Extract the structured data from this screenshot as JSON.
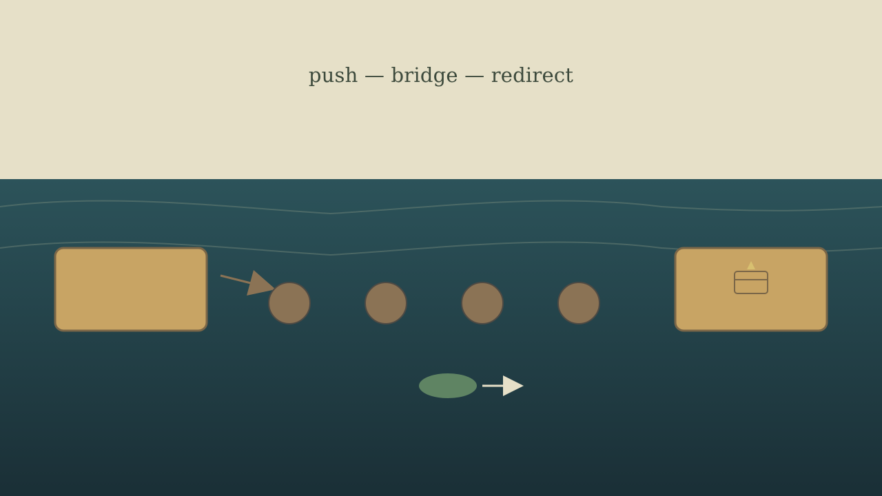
{
  "title": "push — bridge — redirect",
  "colors": {
    "sky": "#e6e0c8",
    "water_top": "#2c535a",
    "water_bottom": "#1a2f36",
    "dock": "#c8a464",
    "dock_border": "#7a6648",
    "stone": "#8b7355",
    "player": "#5f8463",
    "arrow": "#e6e0c8",
    "accent": "#d8c070"
  },
  "scene": {
    "left_dock": {
      "label": "start-dock"
    },
    "right_dock": {
      "label": "goal-dock",
      "icon": "chest-icon"
    },
    "stones": [
      {
        "name": "stepping-stone-1"
      },
      {
        "name": "stepping-stone-2"
      },
      {
        "name": "stepping-stone-3"
      },
      {
        "name": "stepping-stone-4"
      }
    ],
    "push_arrow_icon": "arrow-right-icon",
    "player_icon": "player-icon",
    "direction_icon": "arrow-right-icon"
  }
}
